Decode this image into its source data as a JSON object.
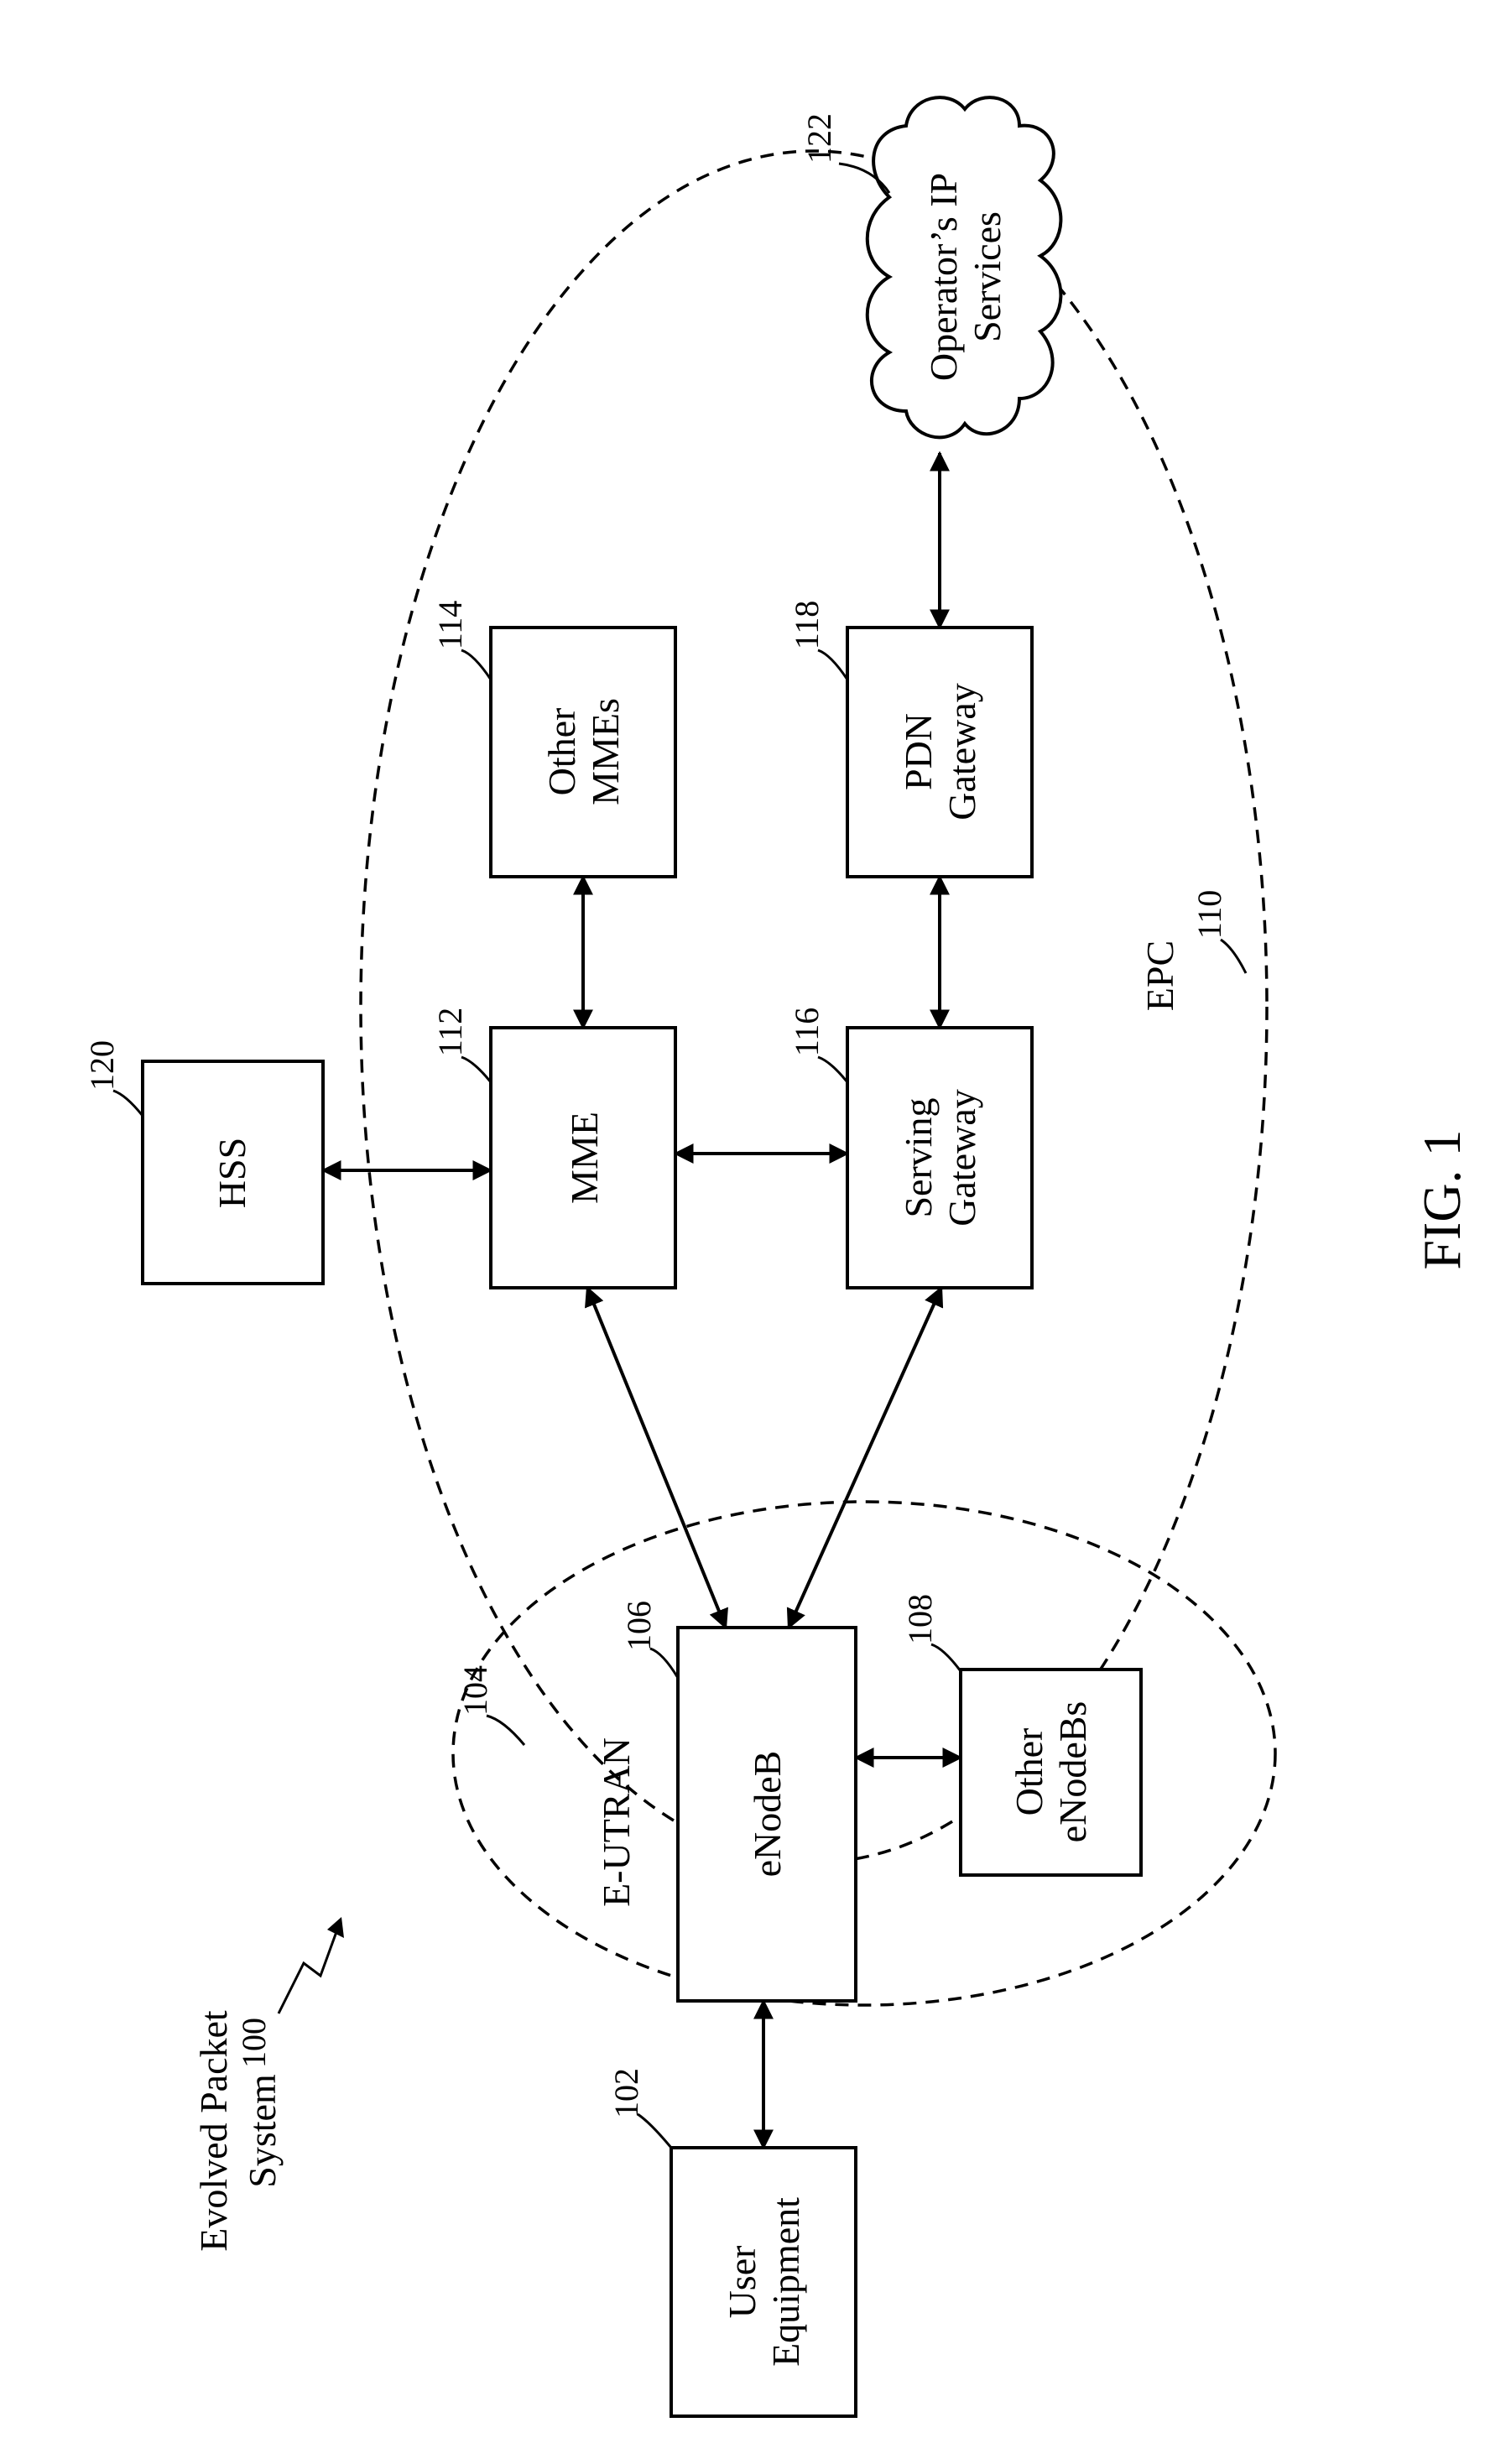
{
  "system": {
    "title_line1": "Evolved Packet",
    "title_line2": "System",
    "ref": "100"
  },
  "nodes": {
    "user_equipment": {
      "line1": "User",
      "line2": "Equipment",
      "ref": "102"
    },
    "enodeb": {
      "label": "eNodeB",
      "ref": "106"
    },
    "other_enodebs": {
      "line1": "Other",
      "line2": "eNodeBs",
      "ref": "108"
    },
    "hss": {
      "label": "HSS",
      "ref": "120"
    },
    "mme": {
      "label": "MME",
      "ref": "112"
    },
    "other_mmes": {
      "line1": "Other",
      "line2": "MMEs",
      "ref": "114"
    },
    "serving_gateway": {
      "line1": "Serving",
      "line2": "Gateway",
      "ref": "116"
    },
    "pdn_gateway": {
      "line1": "PDN",
      "line2": "Gateway",
      "ref": "118"
    },
    "ip_services": {
      "line1": "Operator’s IP",
      "line2": "Services",
      "ref": "122"
    }
  },
  "regions": {
    "eutran": {
      "label": "E-UTRAN",
      "ref": "104"
    },
    "epc": {
      "label": "EPC",
      "ref": "110"
    }
  },
  "figure_label": "FIG. 1"
}
